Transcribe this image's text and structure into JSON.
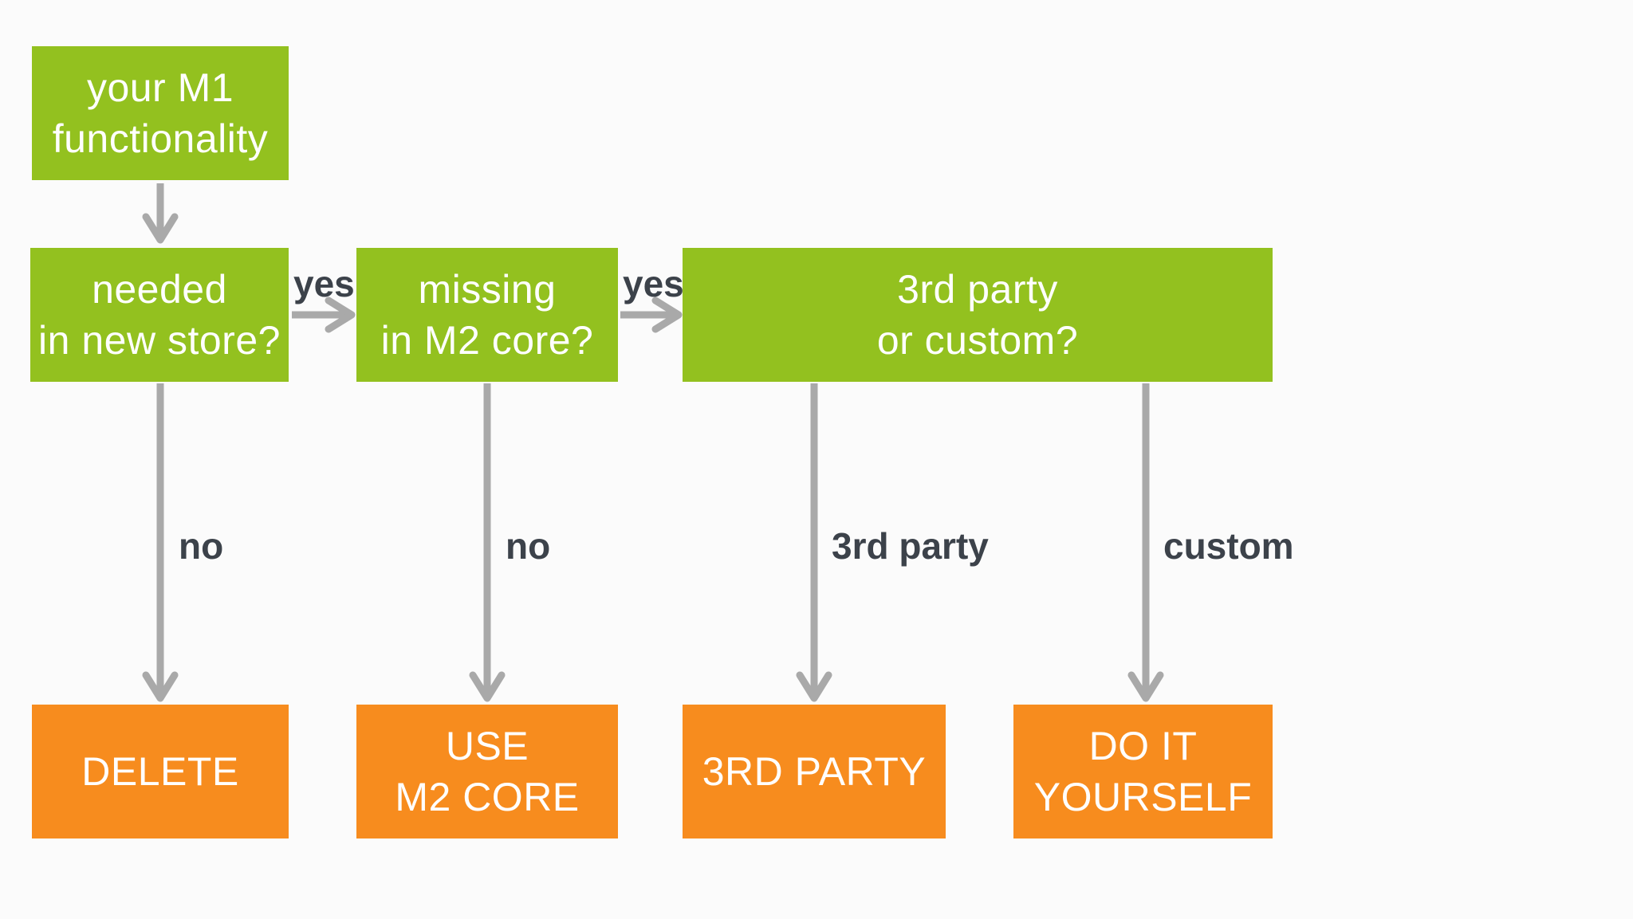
{
  "palette": {
    "question_box_green": "#93c11f",
    "outcome_box_orange": "#f78c1e",
    "arrow_gray": "#a9a9a9",
    "edge_label_dark": "#3c424a",
    "box_text_white": "#ffffff",
    "background": "#fbfbfb"
  },
  "flowchart": {
    "nodes": {
      "m1_functionality": {
        "line1": "your M1",
        "line2": "functionality",
        "fill": "green"
      },
      "needed_in_new_store": {
        "line1": "needed",
        "line2": "in new store?",
        "fill": "green"
      },
      "missing_in_m2_core": {
        "line1": "missing",
        "line2": "in M2 core?",
        "fill": "green"
      },
      "third_party_or_custom": {
        "line1": "3rd party",
        "line2": "or custom?",
        "fill": "green"
      },
      "delete": {
        "line1": "DELETE",
        "fill": "orange"
      },
      "use_m2_core": {
        "line1": "USE",
        "line2": "M2 CORE",
        "fill": "orange"
      },
      "third_party": {
        "line1": "3RD PARTY",
        "fill": "orange"
      },
      "do_it_yourself": {
        "line1": "DO IT",
        "line2": "YOURSELF",
        "fill": "orange"
      }
    },
    "edge_labels": {
      "yes1": "yes",
      "yes2": "yes",
      "no1": "no",
      "no2": "no",
      "branch_3rd_party": "3rd party",
      "branch_custom": "custom"
    },
    "edges": [
      {
        "from": "m1_functionality",
        "to": "needed_in_new_store",
        "label": ""
      },
      {
        "from": "needed_in_new_store",
        "to": "missing_in_m2_core",
        "label": "yes"
      },
      {
        "from": "needed_in_new_store",
        "to": "delete",
        "label": "no"
      },
      {
        "from": "missing_in_m2_core",
        "to": "third_party_or_custom",
        "label": "yes"
      },
      {
        "from": "missing_in_m2_core",
        "to": "use_m2_core",
        "label": "no"
      },
      {
        "from": "third_party_or_custom",
        "to": "third_party",
        "label": "3rd party"
      },
      {
        "from": "third_party_or_custom",
        "to": "do_it_yourself",
        "label": "custom"
      }
    ]
  }
}
